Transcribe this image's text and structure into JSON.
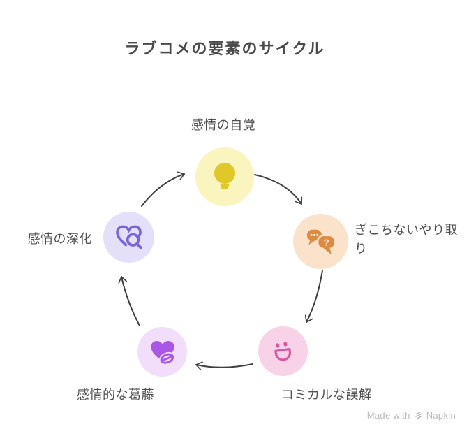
{
  "title": "ラブコメの要素のサイクル",
  "nodes": [
    {
      "id": "emotion-awareness",
      "label": "感情の自覚",
      "icon": "lightbulb-icon"
    },
    {
      "id": "awkward-exchange",
      "label": "ぎこちないやり取り",
      "icon": "chat-bubbles-icon"
    },
    {
      "id": "comical-misunderstanding",
      "label": "コミカルな誤解",
      "icon": "smiley-icon"
    },
    {
      "id": "emotional-conflict",
      "label": "感情的な葛藤",
      "icon": "heart-blocked-icon"
    },
    {
      "id": "emotion-deepening",
      "label": "感情の深化",
      "icon": "heart-search-icon"
    }
  ],
  "icons": {
    "question_mark": "?"
  },
  "watermark": {
    "prefix": "Made with",
    "brand": "Napkin"
  },
  "colors": {
    "title-text": "#4A4A4A",
    "label-text": "#4F4F4F",
    "arrow": "#3F3F3F",
    "watermark-text": "#B9BCC0",
    "yellow-bg": "#FAF4BF",
    "yellow-fg": "#DFC827",
    "orange-bg": "#FBE3CB",
    "orange-fg": "#DD8B41",
    "pink-bg": "#F8D3E8",
    "pink-fg": "#DB58A0",
    "purple-bg": "#F2DEFA",
    "purple-fg": "#A958E6",
    "violet-bg": "#E4E0FA",
    "violet-fg": "#7A63DF"
  }
}
